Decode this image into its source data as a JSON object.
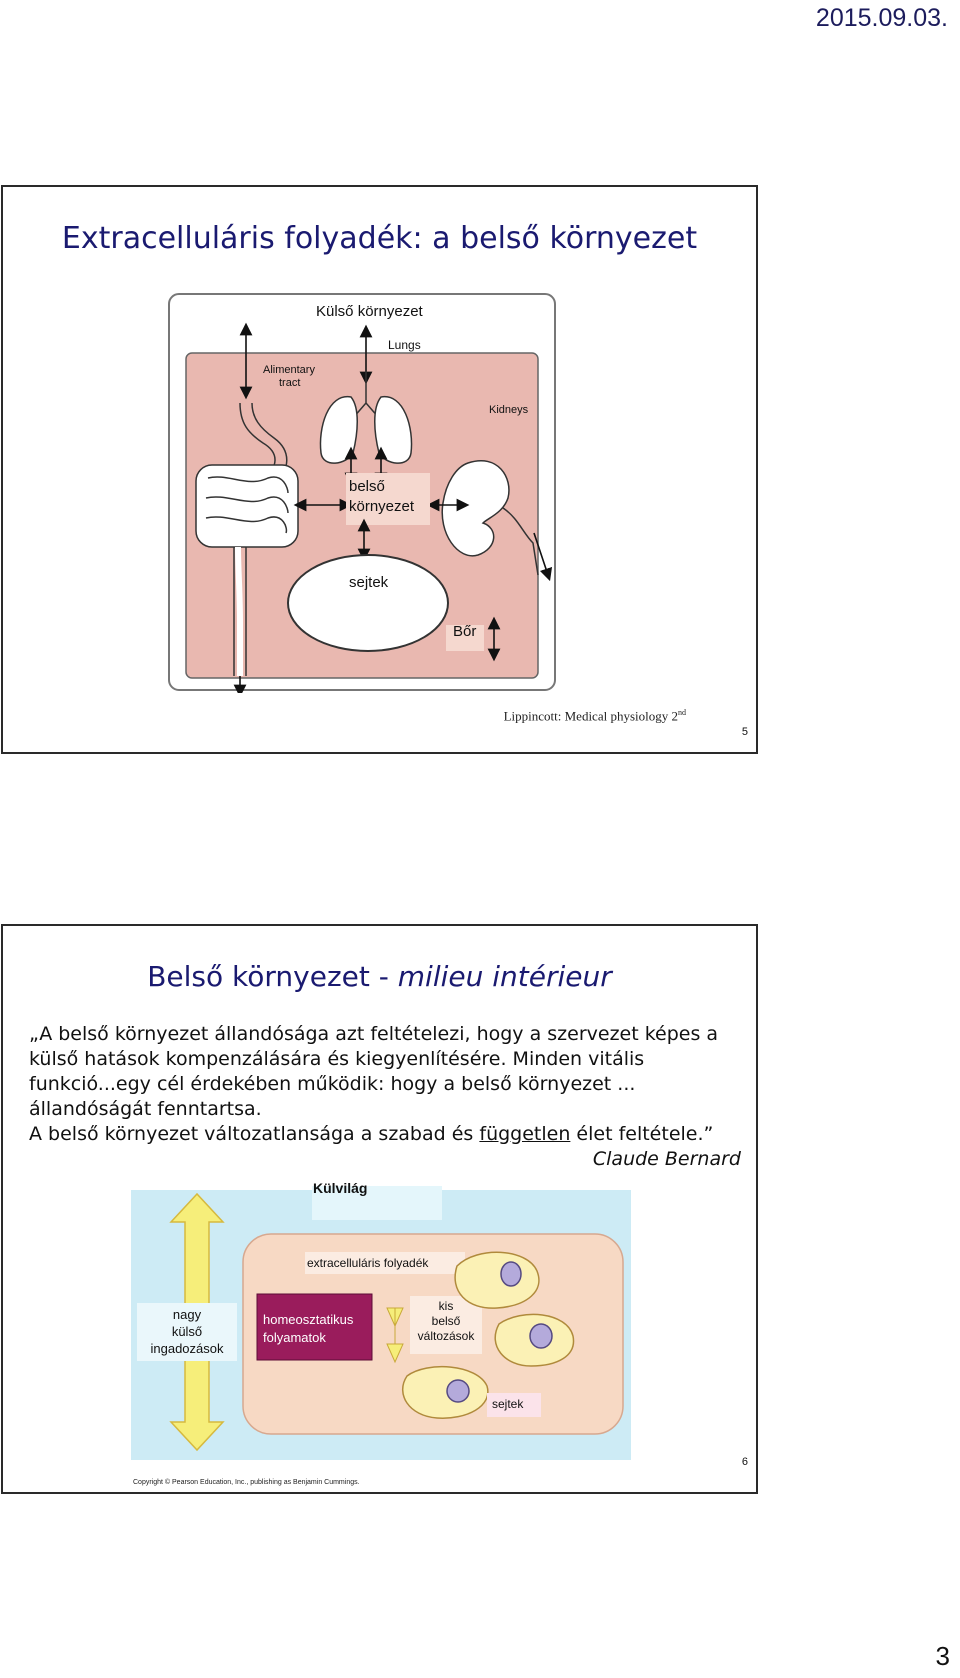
{
  "header": {
    "date": "2015.09.03."
  },
  "page_number": "3",
  "slide1": {
    "title": "Extracelluláris folyadék: a belső környezet",
    "figure": {
      "external": "Külső környezet",
      "lungs": "Lungs",
      "alimentary": [
        "Alimentary",
        "tract"
      ],
      "kidneys": "Kidneys",
      "internal": [
        "belső",
        "környezet"
      ],
      "cells": "sejtek",
      "skin": "Bőr"
    },
    "citation_main": "Lippincott: Medical physiology 2",
    "citation_sup": "nd",
    "number": "5"
  },
  "slide2": {
    "title_plain": "Belső környezet - ",
    "title_italic": "milieu intérieur",
    "quote_lines": [
      "„A belső környezet állandósága azt feltételezi, hogy a szervezet képes a",
      "külső hatások kompenzálására és kiegyenlítésére. Minden vitális",
      "funkció...egy cél érdekében működik: hogy a belső környezet ...",
      "állandóságát fenntartsa."
    ],
    "quote_last_before": "A belső környezet változatlansága a szabad és ",
    "quote_last_underlined": "független",
    "quote_last_after": " élet feltétele.”",
    "author": "Claude Bernard",
    "figure": {
      "outside": "Külvilág",
      "ecf": "extracelluláris folyadék",
      "big_fluct": [
        "nagy",
        "külső",
        "ingadozások"
      ],
      "homeo": [
        "homeosztatikus",
        "folyamatok"
      ],
      "small_change": [
        "kis",
        "belső",
        "változások"
      ],
      "cells": "sejtek",
      "copyright": "Copyright © Pearson Education, Inc., publishing as Benjamin Cummings."
    },
    "number": "6"
  },
  "colors": {
    "title_blue": "#1a1a70",
    "fluid_pink": "#e9b8b0",
    "sky_blue": "#cdebf5",
    "homeo_magenta": "#9a1c5c",
    "arrow_yellow": "#f6ee7a"
  }
}
